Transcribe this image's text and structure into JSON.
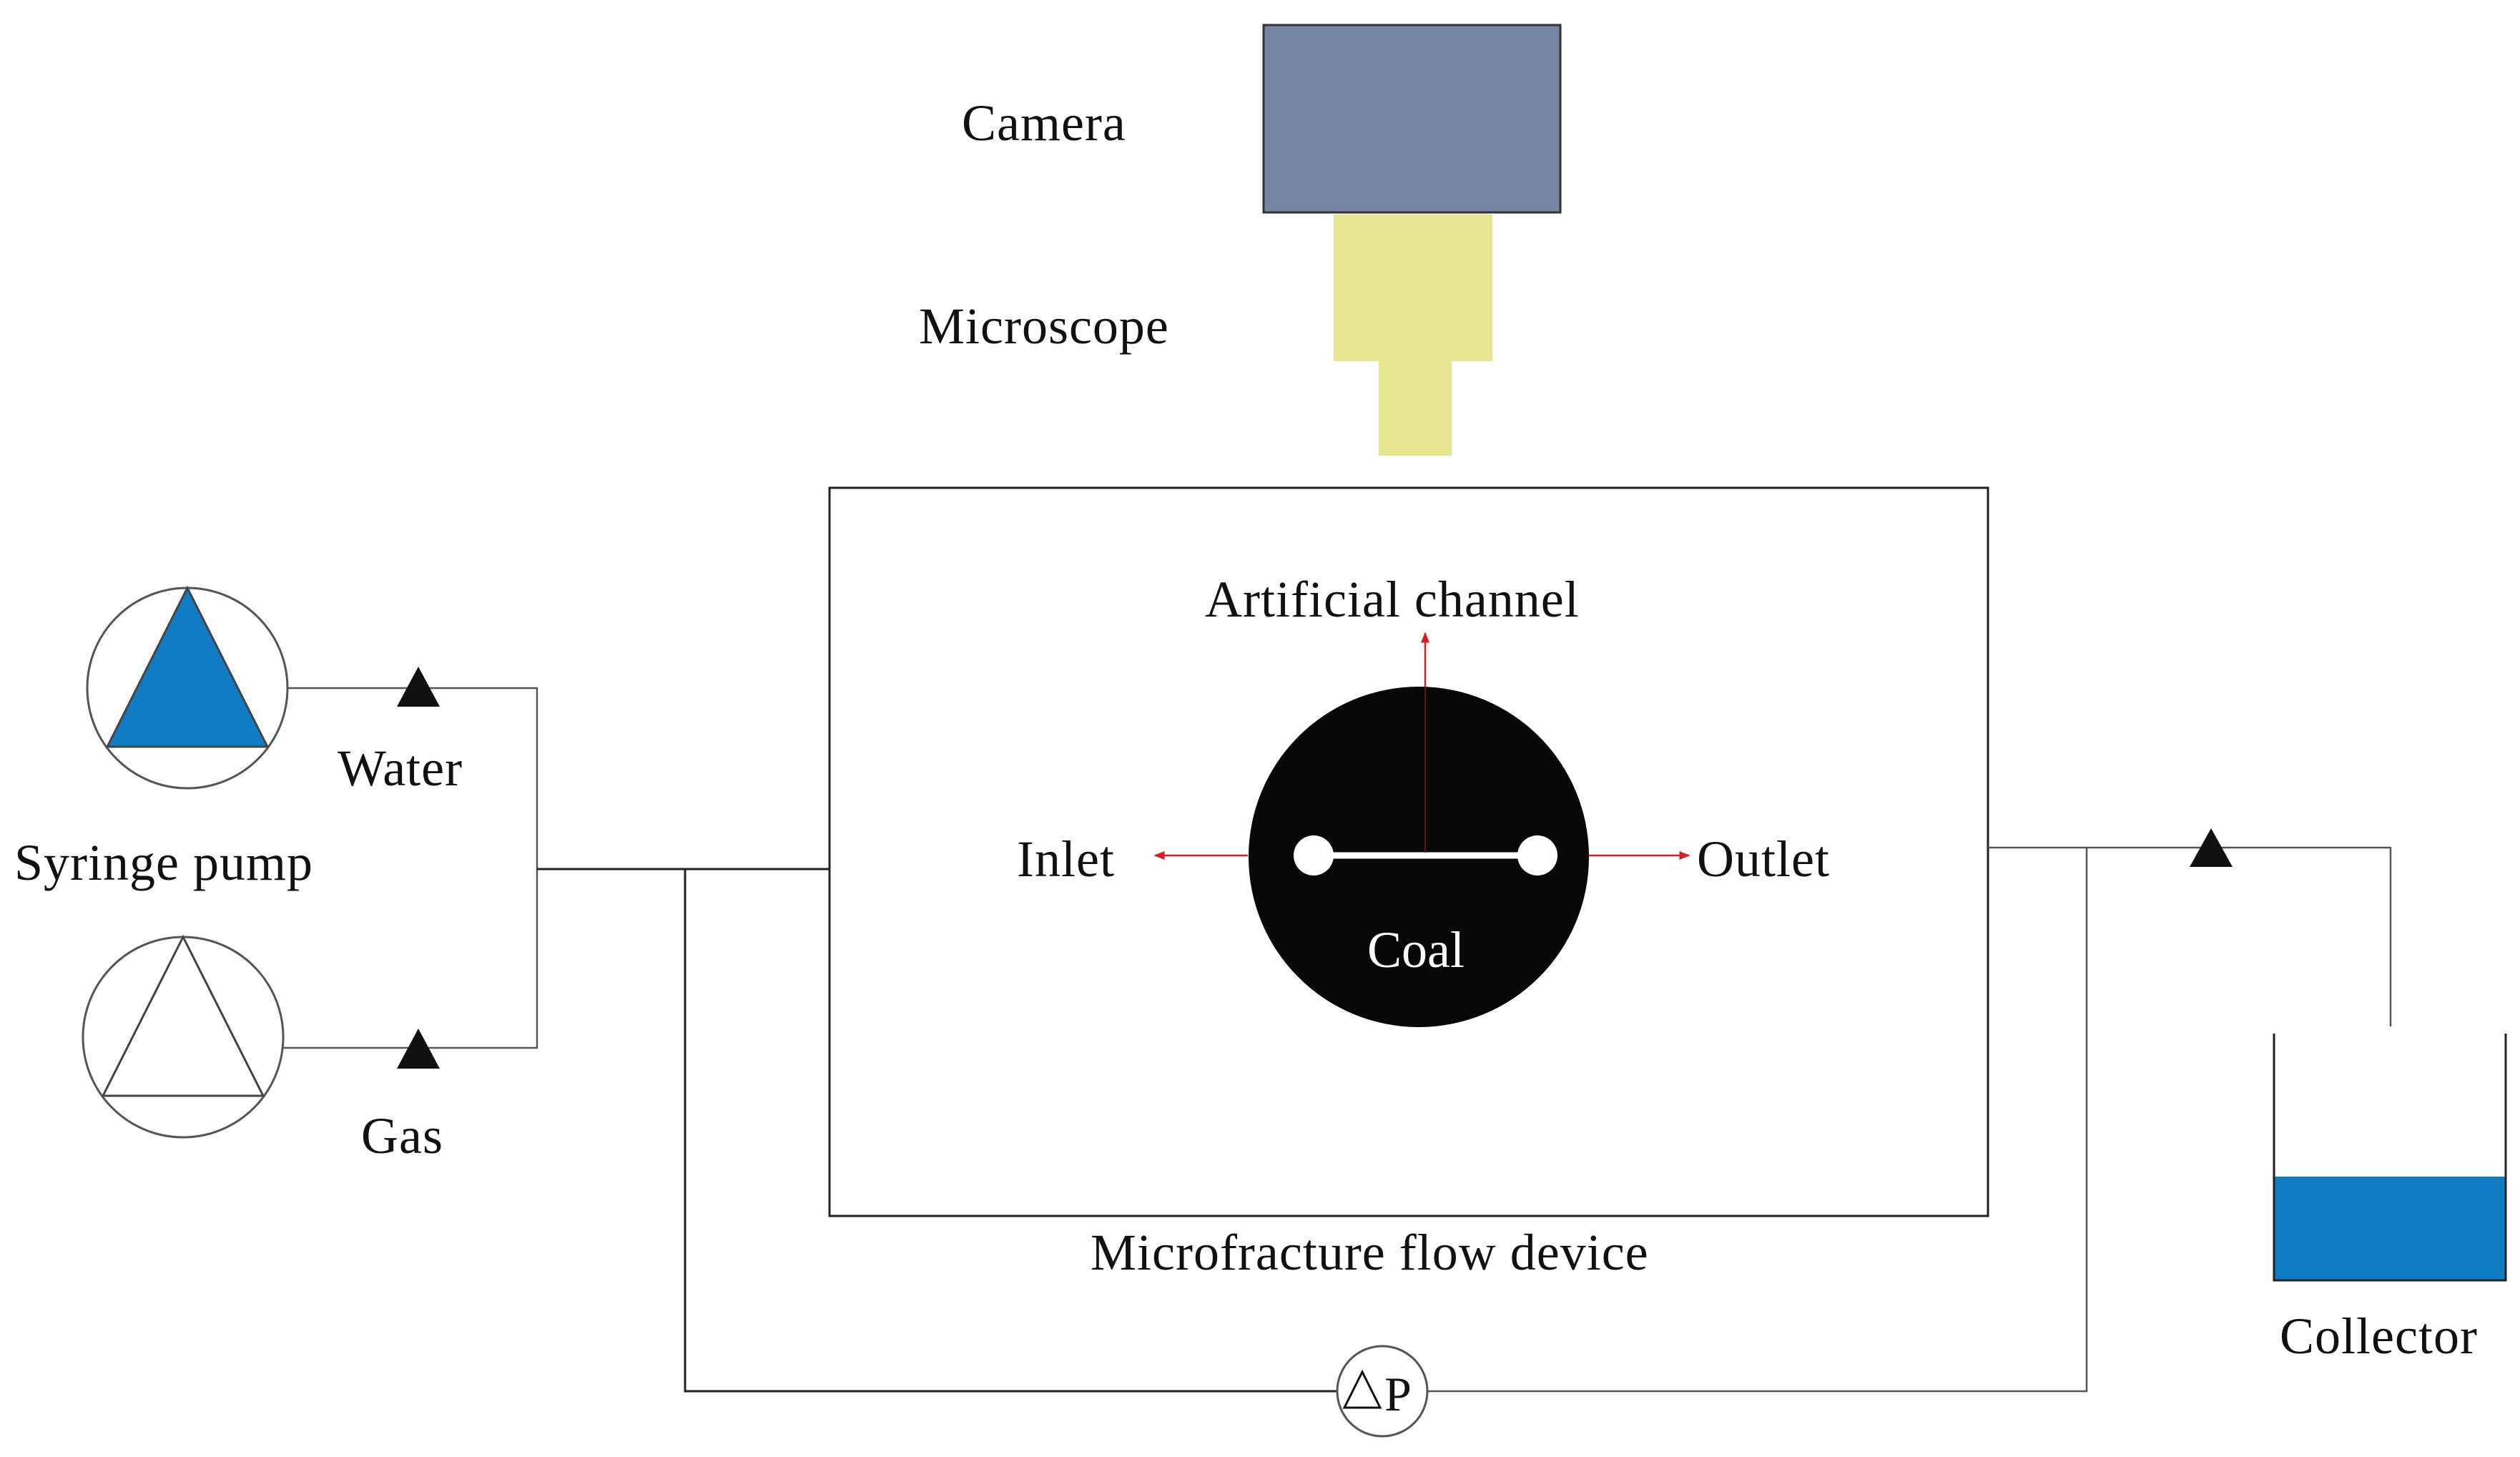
{
  "labels": {
    "camera": "Camera",
    "microscope": "Microscope",
    "artificial_channel": "Artificial channel",
    "inlet": "Inlet",
    "outlet": "Outlet",
    "coal": "Coal",
    "microfracture_device": "Microfracture flow device",
    "syringe_pump": "Syringe  pump",
    "water": "Water",
    "gas": "Gas",
    "collector": "Collector",
    "pressure_delta": "P"
  },
  "colors": {
    "camera_fill": "#7486a1",
    "microscope_fill": "#e8e591",
    "water_fill": "#0f7cc3",
    "coal_fill": "#080808",
    "arrow_red": "#d42020",
    "line": "#222222"
  },
  "icons": {
    "water_pump": "filled-triangle-in-circle-icon",
    "gas_pump": "outline-triangle-in-circle-icon",
    "check_valve": "triangle-marker-icon",
    "pressure_gauge": "delta-p-gauge-icon"
  }
}
